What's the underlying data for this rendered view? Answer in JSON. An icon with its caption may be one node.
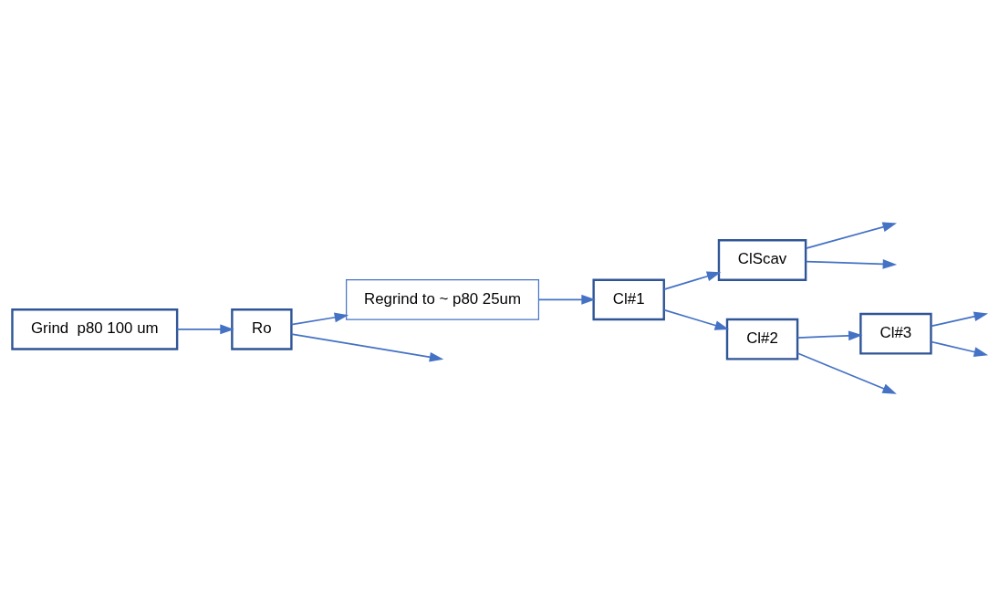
{
  "diagram": {
    "nodes": [
      {
        "text": [
          "Grind  p80 100 um"
        ]
      },
      {
        "text": [
          "Ro"
        ]
      },
      {
        "text": [
          "Regrind to ~ p80 25um"
        ]
      },
      {
        "text": [
          "Cl#1"
        ]
      },
      {
        "text": [
          "ClScav"
        ]
      },
      {
        "text": [
          "Cl#2"
        ]
      },
      {
        "text": [
          "Cl#3"
        ]
      }
    ],
    "edges": [
      {
        "from": 0,
        "to": 1,
        "arrow": "to"
      },
      {
        "from": 1,
        "to": null,
        "arrow": "to"
      },
      {
        "from": 1,
        "to": 2,
        "arrow": "to"
      },
      {
        "from": 2,
        "to": 3,
        "arrow": "to"
      },
      {
        "from": 3,
        "to": 4,
        "arrow": "to"
      },
      {
        "from": 4,
        "to": null,
        "arrow": "to"
      },
      {
        "from": 4,
        "to": null,
        "arrow": "to"
      },
      {
        "from": 3,
        "to": 5,
        "arrow": "to"
      },
      {
        "from": 5,
        "to": null,
        "arrow": "to"
      },
      {
        "from": 5,
        "to": 6,
        "arrow": "to"
      },
      {
        "from": 6,
        "to": null,
        "arrow": "to"
      },
      {
        "from": 6,
        "to": null,
        "arrow": "to"
      }
    ]
  }
}
